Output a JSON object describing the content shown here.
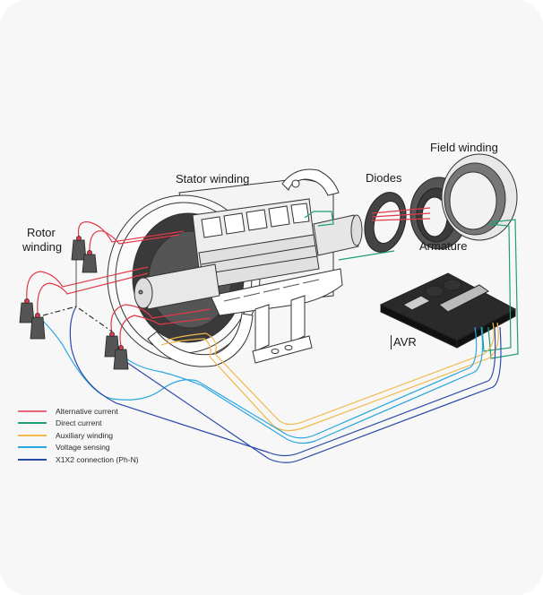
{
  "diagram": {
    "labels": {
      "stator_winding": "Stator winding",
      "rotor_winding_line1": "Rotor",
      "rotor_winding_line2": "winding",
      "diodes": "Diodes",
      "field_winding": "Field winding",
      "armature": "Armature",
      "avr": "AVR"
    },
    "legend": [
      {
        "label": "Alternative current",
        "color": "#e8677a"
      },
      {
        "label": "Direct current",
        "color": "#1f9e78"
      },
      {
        "label": "Auxiliary winding",
        "color": "#f2b84b"
      },
      {
        "label": "Voltage sensing",
        "color": "#2aa6e0"
      },
      {
        "label": "X1X2 connection (Ph-N)",
        "color": "#2b4aa8"
      }
    ],
    "colors": {
      "background": "#f7f7f7",
      "alternative_current": "#e03a48",
      "direct_current": "#1f9e78",
      "auxiliary_winding": "#f2b84b",
      "voltage_sensing": "#2aa6e0",
      "x1x2_connection": "#2b4aa8"
    }
  }
}
